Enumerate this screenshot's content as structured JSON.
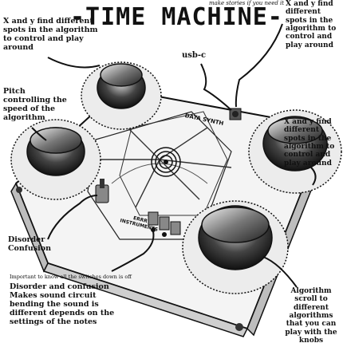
{
  "title": "-TIME MACHINE-",
  "tagline": "make stories if you need it",
  "notes": {
    "top_left": "X and y find different spots in the algorithm to control and play around",
    "top_right": "X and y find different spots in the algorithm to control and play around",
    "right_middle": "X and y find different spots in the algorithm to control and play around",
    "usb": "usb-c",
    "pitch": "Pitch controlling the speed of the algorithm",
    "disorder_short": "Disorder Confusion",
    "important": "Important to know all the switches down is off",
    "disorder_long": "Disorder and confusion Makes sound circuit bending the sound is different depends on the settings of the notes",
    "algorithm": "Algorithm scroll to different algorithms that you can play with the knobs"
  },
  "device_labels": {
    "panel": "DATA SYNTH",
    "brand": "ERRR INSTRUMENTS"
  }
}
